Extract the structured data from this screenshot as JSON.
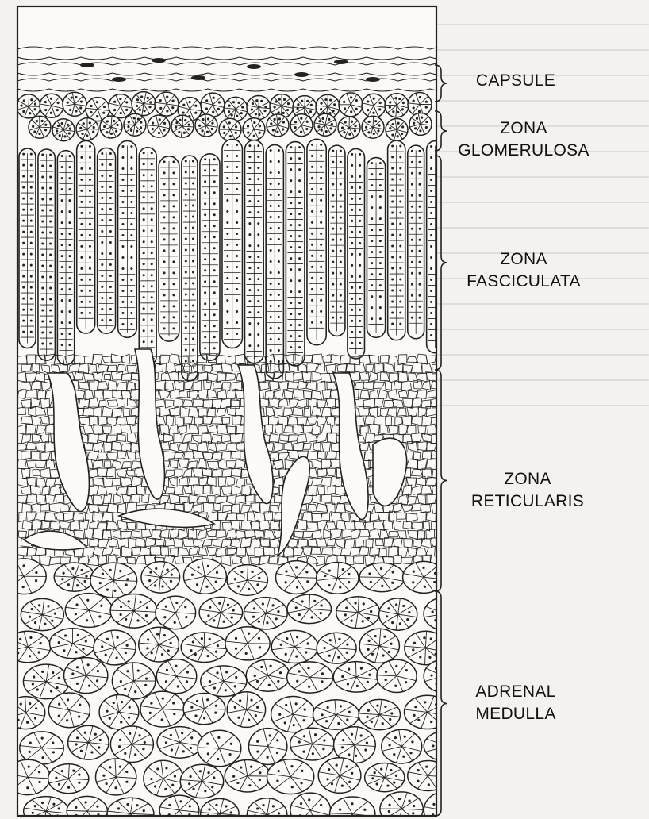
{
  "diagram": {
    "labels": [
      {
        "id": "capsule",
        "lines": [
          "CAPSULE"
        ]
      },
      {
        "id": "glomerulosa",
        "lines": [
          "ZONA",
          "GLOMERULOSA"
        ]
      },
      {
        "id": "fasciculata",
        "lines": [
          "ZONA",
          "FASCICULATA"
        ]
      },
      {
        "id": "reticularis",
        "lines": [
          "ZONA",
          "RETICULARIS"
        ]
      },
      {
        "id": "medulla",
        "lines": [
          "ADRENAL",
          "MEDULLA"
        ]
      }
    ]
  },
  "colors": {
    "ink": "#222222",
    "paper": "#f4f2ee",
    "figure_bg": "#fbfaf7"
  }
}
